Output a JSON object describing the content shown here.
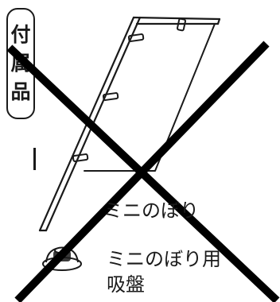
{
  "heading": {
    "chars": [
      "付",
      "属",
      "品"
    ]
  },
  "items": [
    {
      "label": "ミニのぼり"
    },
    {
      "label_line1": "ミニのぼり用",
      "label_line2": "吸盤"
    }
  ],
  "colors": {
    "ink": "#1a1a1a",
    "background": "#ffffff"
  },
  "icons": [
    "mini-flag-illustration",
    "suction-cup-illustration",
    "cross-out-mark"
  ]
}
